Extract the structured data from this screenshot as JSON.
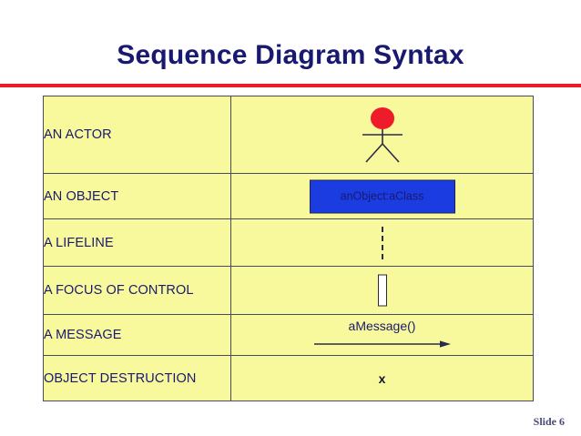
{
  "slide": {
    "title": "Sequence Diagram Syntax",
    "footer_label": "Slide  6",
    "title_color": "#191970",
    "rule_color": "#ee1c2a",
    "table_fill": "#f8f89c",
    "table_border": "#4a4a63",
    "object_fill": "#1a3ce0",
    "actor_head_fill": "#ee1c2a",
    "line_color": "#2a2a4a"
  },
  "table": {
    "rows": [
      {
        "label": "AN ACTOR",
        "art": "actor-stick-figure",
        "art_text": ""
      },
      {
        "label": "AN OBJECT",
        "art": "object-box",
        "art_text": "anObject:aClass"
      },
      {
        "label": "A LIFELINE",
        "art": "dashed-lifeline",
        "art_text": ""
      },
      {
        "label": "A FOCUS OF CONTROL",
        "art": "activation-bar",
        "art_text": ""
      },
      {
        "label": "A MESSAGE",
        "art": "message-arrow",
        "art_text": "aMessage()"
      },
      {
        "label": "OBJECT DESTRUCTION",
        "art": "destruction-marker",
        "art_text": "x"
      }
    ]
  }
}
